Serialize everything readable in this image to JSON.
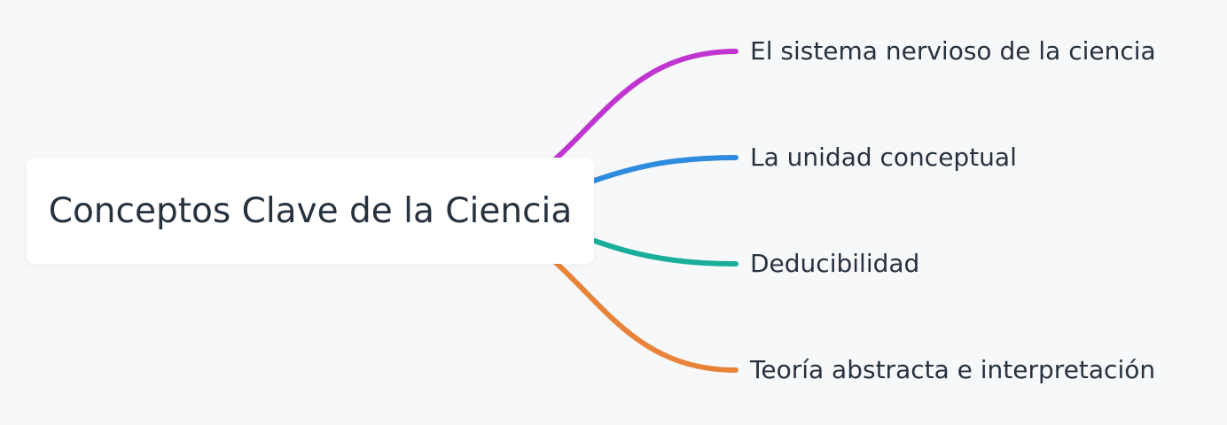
{
  "root": {
    "label": "Conceptos Clave de la Ciencia"
  },
  "children": [
    {
      "label": "El sistema nervioso de la ciencia",
      "color": "#C035D0"
    },
    {
      "label": "La unidad conceptual",
      "color": "#2E8BDD"
    },
    {
      "label": "Deducibilidad",
      "color": "#1AAE9A"
    },
    {
      "label": "Teoría abstracta e interpretación",
      "color": "#E8843A"
    }
  ]
}
